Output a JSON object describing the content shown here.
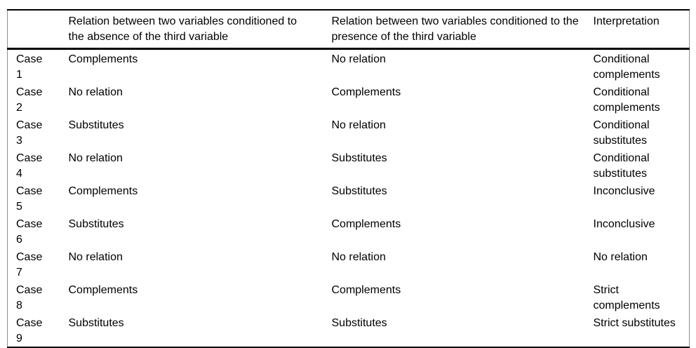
{
  "table": {
    "columns": [
      {
        "label": ""
      },
      {
        "label": "Relation between two variables conditioned to the absence of the third variable"
      },
      {
        "label": "Relation between two variables conditioned to the presence of the third variable"
      },
      {
        "label": "Interpretation"
      }
    ],
    "rows": [
      {
        "case": "Case 1",
        "absence": "Complements",
        "presence": "No relation",
        "interpretation": "Conditional complements"
      },
      {
        "case": "Case 2",
        "absence": "No relation",
        "presence": "Complements",
        "interpretation": "Conditional complements"
      },
      {
        "case": "Case 3",
        "absence": "Substitutes",
        "presence": "No relation",
        "interpretation": "Conditional substitutes"
      },
      {
        "case": "Case 4",
        "absence": "No relation",
        "presence": "Substitutes",
        "interpretation": "Conditional substitutes"
      },
      {
        "case": "Case 5",
        "absence": "Complements",
        "presence": "Substitutes",
        "interpretation": "Inconclusive"
      },
      {
        "case": "Case 6",
        "absence": "Substitutes",
        "presence": "Complements",
        "interpretation": "Inconclusive"
      },
      {
        "case": "Case 7",
        "absence": "No relation",
        "presence": "No relation",
        "interpretation": "No relation"
      },
      {
        "case": "Case 8",
        "absence": "Complements",
        "presence": "Complements",
        "interpretation": "Strict complements"
      },
      {
        "case": "Case 9",
        "absence": "Substitutes",
        "presence": "Substitutes",
        "interpretation": "Strict substitutes"
      }
    ],
    "colors": {
      "rule": "#000000",
      "side_rule": "#8f8f8f",
      "text": "#000000",
      "background": "#ffffff"
    }
  }
}
